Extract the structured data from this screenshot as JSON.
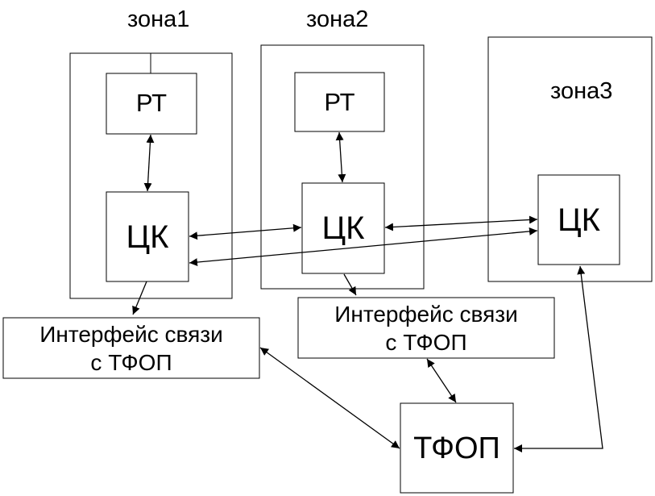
{
  "zones": [
    {
      "title": "зона1"
    },
    {
      "title": "зона2"
    },
    {
      "title": "зона3"
    }
  ],
  "rt_labels": [
    "РТ",
    "РТ"
  ],
  "ck_labels": [
    "ЦК",
    "ЦК",
    "ЦК"
  ],
  "interfaces": [
    {
      "line1": "Интерфейс связи",
      "line2": "с ТФОП"
    },
    {
      "line1": "Интерфейс связи",
      "line2": "с ТФОП"
    }
  ],
  "tfop": {
    "label": "ТФОП"
  }
}
